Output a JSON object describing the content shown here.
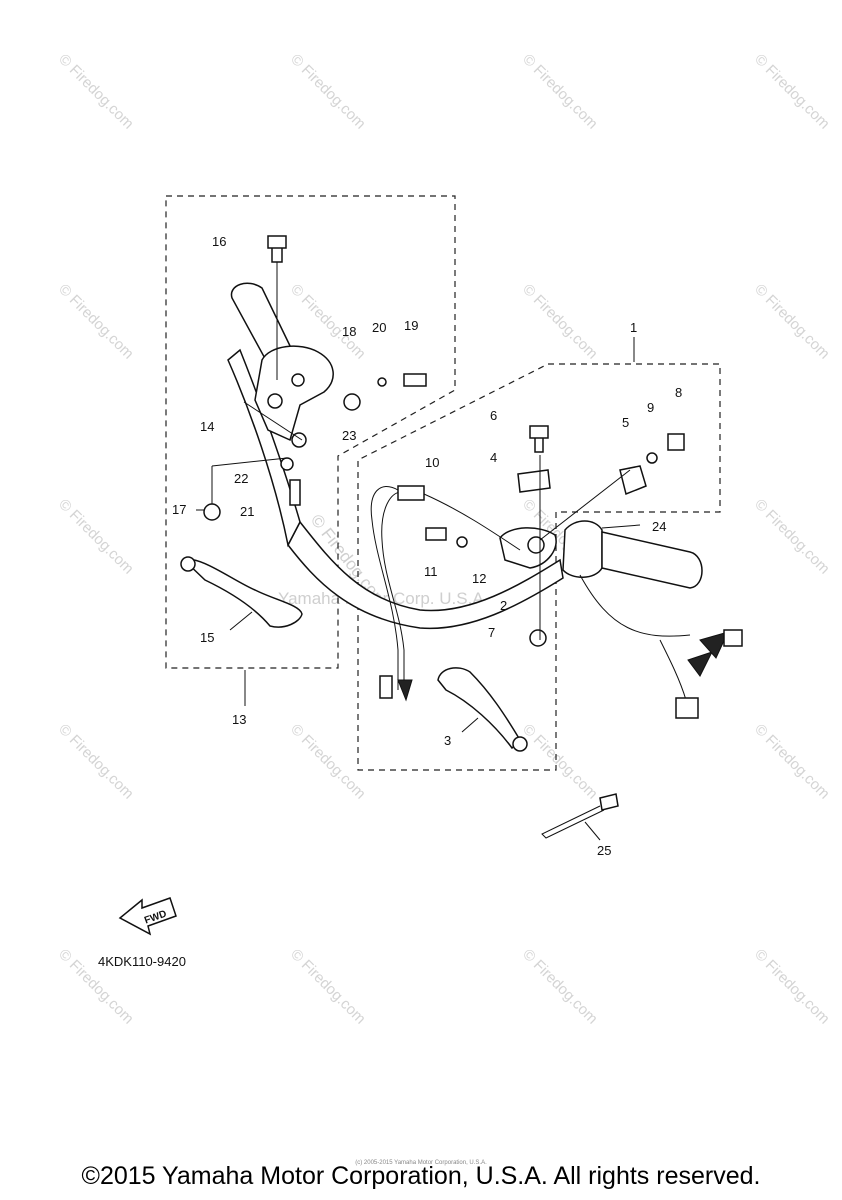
{
  "diagram": {
    "part_number": "4KDK110-9420",
    "fwd_label": "FWD",
    "callouts": [
      "1",
      "2",
      "3",
      "4",
      "5",
      "6",
      "7",
      "8",
      "9",
      "10",
      "11",
      "12",
      "13",
      "14",
      "15",
      "16",
      "17",
      "18",
      "19",
      "20",
      "21",
      "22",
      "23",
      "24",
      "25"
    ],
    "watermark": "© Firedog.com",
    "watermark_center": "© Firedog.com",
    "watermark_yamaha": "Yamaha Motor Corp. U.S.A."
  },
  "footer": {
    "copyright": "©2015 Yamaha Motor Corporation, U.S.A. All rights reserved.",
    "copyright_small": "(c) 2005-2015 Yamaha Motor Corporation, U.S.A."
  }
}
